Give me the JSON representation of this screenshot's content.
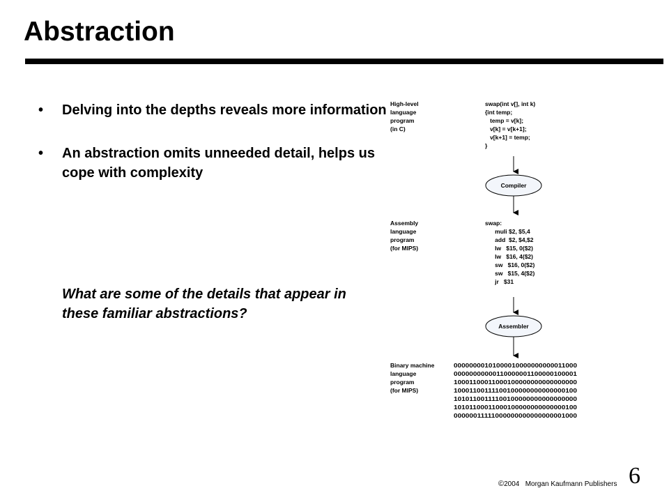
{
  "slide": {
    "title": "Abstraction",
    "bullets": [
      {
        "marker": "•",
        "text": "Delving into the depths reveals more information"
      },
      {
        "marker": "•",
        "text": "An abstraction omits unneeded detail, helps us cope with complexity"
      }
    ],
    "question": "What are some of the details that appear in these familiar abstractions?"
  },
  "diagram": {
    "levels": {
      "high": {
        "label": [
          "High-level",
          "language",
          "program",
          "(in C)"
        ],
        "code": [
          "swap(int v[], int k)",
          "{int temp;",
          "   temp = v[k];",
          "   v[k] = v[k+1];",
          "   v[k+1] = temp;",
          "}"
        ]
      },
      "assembly": {
        "label": [
          "Assembly",
          "language",
          "program",
          "(for MIPS)"
        ],
        "code": [
          "swap:",
          "      muli $2, $5,4",
          "      add  $2, $4,$2",
          "      lw   $15, 0($2)",
          "      lw   $16, 4($2)",
          "      sw   $16, 0($2)",
          "      sw   $15, 4($2)",
          "      jr   $31"
        ]
      },
      "binary": {
        "label": [
          "Binary machine",
          "language",
          "program",
          "(for MIPS)"
        ],
        "code": [
          "00000000101000010000000000011000",
          "00000000000110000001100000100001",
          "10001100011000100000000000000000",
          "10001100111100100000000000000100",
          "10101100111100100000000000000000",
          "10101100011000100000000000000100",
          "00000011111000000000000000001000"
        ]
      }
    },
    "translators": {
      "compiler": "Compiler",
      "assembler": "Assembler"
    }
  },
  "footer": {
    "copyright_symbol": "©",
    "year": "2004",
    "publisher": "Morgan Kaufmann Publishers",
    "page_number": "6"
  }
}
